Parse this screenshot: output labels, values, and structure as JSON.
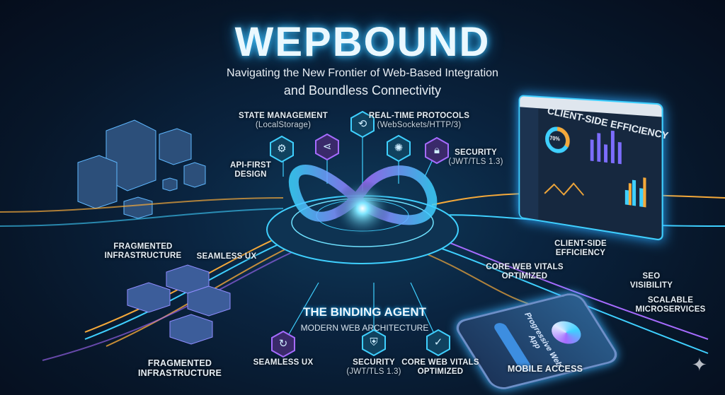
{
  "header": {
    "title": "WEPBOUND",
    "subtitle_line1": "Navigating the New Frontier of Web-Based Integration",
    "subtitle_line2": "and Boundless Connectivity"
  },
  "top_nodes": [
    {
      "label": "STATE MANAGEMENT",
      "sub": "(LocalStorage)",
      "icon": "gear-icon"
    },
    {
      "label": "",
      "sub": "",
      "icon": "share-icon"
    },
    {
      "label": "REAL-TIME PROTOCOLS",
      "sub": "(WebSockets/HTTP/3)",
      "icon": "sync-icon"
    },
    {
      "label": "",
      "sub": "",
      "icon": "network-hub-icon"
    },
    {
      "label": "SECURITY",
      "sub": "(JWT/TLS 1.3)",
      "icon": "lock-icon"
    }
  ],
  "labels": {
    "api_first_1": "API-FIRST",
    "api_first_2": "DESIGN",
    "fragmented_1": "FRAGMENTED",
    "fragmented_2": "INFRASTRUCTURE",
    "seamless_ux": "SEAMLESS UX",
    "client_side_header": "CLIENT-SIDE EFFICIENCY",
    "client_side_1": "CLIENT-SIDE",
    "client_side_2": "EFFICIENCY",
    "core_vitals_1": "CORE WEB VITALS",
    "core_vitals_2": "OPTIMIZED",
    "seo_1": "SEO",
    "seo_2": "VISIBILITY",
    "scalable_1": "SCALABLE",
    "scalable_2": "MICROSERVICES",
    "mobile_access": "MOBILE ACCESS"
  },
  "binding_agent": {
    "title": "THE BINDING AGENT",
    "subtitle": "MODERN WEB ARCHITECTURE"
  },
  "bottom_nodes": [
    {
      "label": "SEAMLESS UX",
      "sub": "",
      "icon": "refresh-touch-icon"
    },
    {
      "label": "SECURITY",
      "sub": "(JWT/TLS 1.3)",
      "icon": "shield-icon"
    },
    {
      "label": "CORE WEB VITALS",
      "sub": "OPTIMIZED",
      "icon": "chart-check-icon"
    }
  ],
  "bottom_left": {
    "line1": "FRAGMENTED",
    "line2": "INFRASTRUCTURE"
  },
  "phone": {
    "app_name": "Progressive Web App"
  },
  "dashboard": {
    "donut_value": "70%"
  },
  "colors": {
    "cyan": "#3fd0ff",
    "purple": "#a66bff",
    "orange": "#f5a93a",
    "background": "#071428"
  }
}
